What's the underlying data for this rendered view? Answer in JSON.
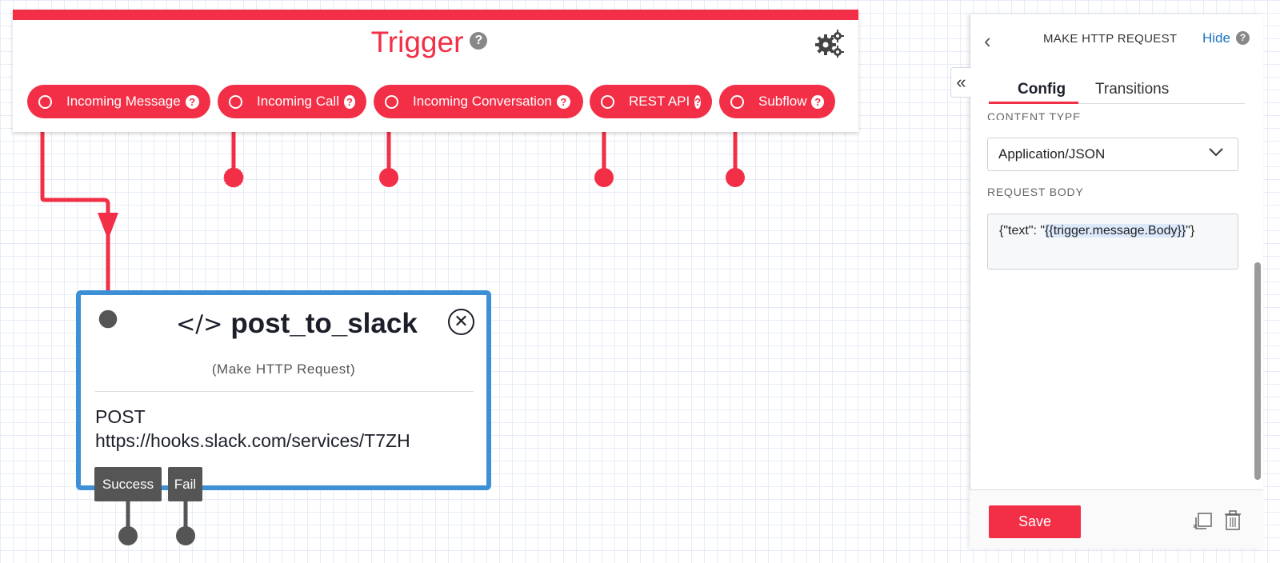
{
  "trigger": {
    "title": "Trigger",
    "help": "?",
    "pills": [
      {
        "label": "Incoming Message"
      },
      {
        "label": "Incoming Call"
      },
      {
        "label": "Incoming Conversation"
      },
      {
        "label": "REST API"
      },
      {
        "label": "Subflow"
      }
    ]
  },
  "node": {
    "code_icon": "</>",
    "title": "post_to_slack",
    "subtitle": "(Make HTTP Request)",
    "method": "POST",
    "url": "https://hooks.slack.com/services/T7ZH",
    "close_icon": "✕",
    "transitions": [
      {
        "label": "Success"
      },
      {
        "label": "Fail"
      }
    ]
  },
  "panel": {
    "back_icon": "‹",
    "title": "MAKE HTTP REQUEST",
    "hide_label": "Hide",
    "collapse_icon": "«",
    "tabs": [
      {
        "label": "Config"
      },
      {
        "label": "Transitions"
      }
    ],
    "content_type_label": "CONTENT TYPE",
    "content_type_value": "Application/JSON",
    "request_body_label": "REQUEST BODY",
    "request_body_prefix": "{\"text\": \"",
    "request_body_highlight": "{{trigger.message.Body}}",
    "request_body_suffix": "\"}",
    "save_label": "Save"
  },
  "colors": {
    "brand_red": "#f22f46",
    "node_border": "#3d8fd6",
    "link_blue": "#1a73c4"
  }
}
